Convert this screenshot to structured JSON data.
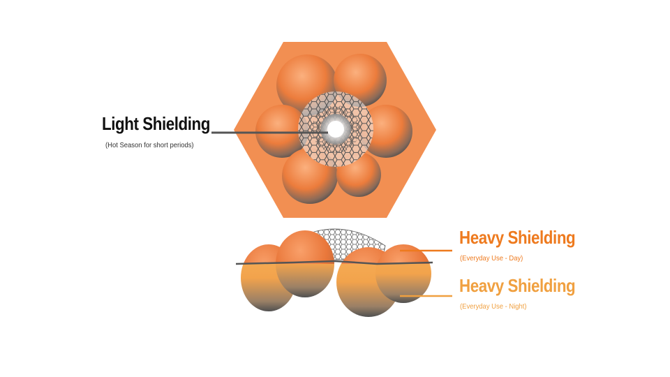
{
  "labels": {
    "light": {
      "title": "Light Shielding",
      "subtitle": "(Hot Season for short periods)"
    },
    "heavy_day": {
      "title": "Heavy Shielding",
      "subtitle": "(Everyday Use - Day)"
    },
    "heavy_night": {
      "title": "Heavy Shielding",
      "subtitle": "(Everyday Use - Night)"
    }
  },
  "colors": {
    "hexagon_fill": "#f28f52",
    "sphere_orange": "#ee7d3a",
    "sphere_light_orange": "#f5a650",
    "accent_day": "#ee7a1e",
    "accent_night": "#f0a040",
    "text_dark": "#111111",
    "leader_dark": "#555555",
    "mesh": "#555555"
  },
  "icons": [
    "hexagon-shield-panel",
    "graphene-mesh",
    "sphere-cluster"
  ]
}
